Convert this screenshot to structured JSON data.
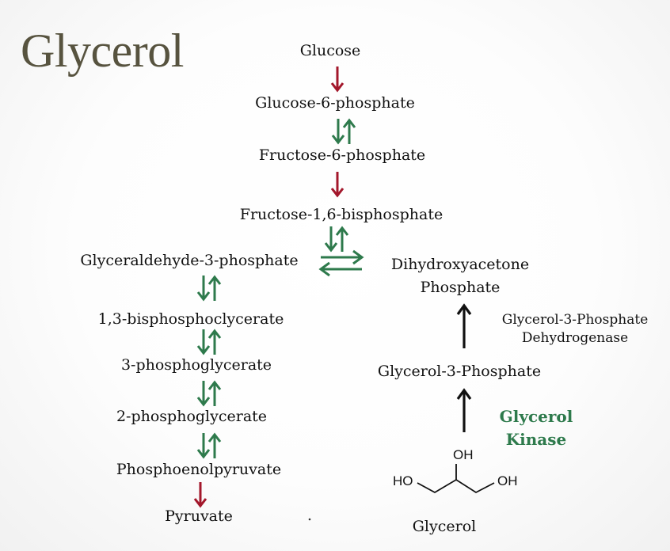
{
  "title": "Glycerol",
  "glycolysis": {
    "glucose": "Glucose",
    "g6p": "Glucose-6-phosphate",
    "f6p": "Fructose-6-phosphate",
    "f16bp": "Fructose-1,6-bisphosphate",
    "g3p": "Glyceraldehyde-3-phosphate",
    "bpg13": "1,3-bisphosphoclycerate",
    "pg3": "3-phosphoglycerate",
    "pg2": "2-phosphoglycerate",
    "pep": "Phosphoenolpyruvate",
    "pyruvate": "Pyruvate"
  },
  "glycerol_path": {
    "dhap": [
      "Dihydroxyacetone",
      "Phosphate"
    ],
    "enzyme_dehydrogenase": [
      "Glycerol-3-Phosphate",
      "Dehydrogenase"
    ],
    "glycerol_3_phosphate": "Glycerol-3-Phosphate",
    "enzyme_kinase": [
      "Glycerol",
      "Kinase"
    ],
    "glycerol": "Glycerol",
    "structure_labels": {
      "oh_top": "OH",
      "ho_left": "HO",
      "oh_right": "OH"
    }
  },
  "colors": {
    "irreversible": "#a3172b",
    "reversible": "#2e7a4c",
    "enzyme_arrow": "#111111",
    "title": "#57533f"
  }
}
